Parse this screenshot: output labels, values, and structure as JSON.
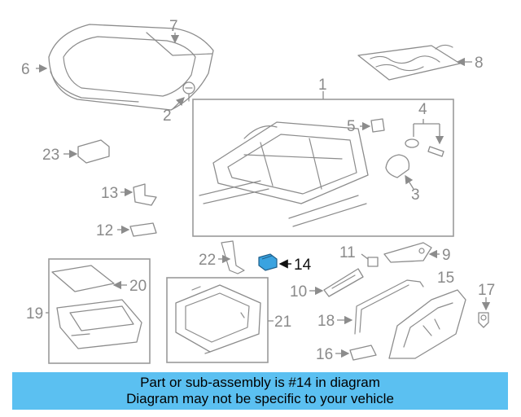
{
  "diagram": {
    "highlighted_part": "14",
    "callouts": [
      "1",
      "2",
      "3",
      "4",
      "5",
      "6",
      "7",
      "8",
      "9",
      "10",
      "11",
      "12",
      "13",
      "14",
      "15",
      "16",
      "17",
      "18",
      "19",
      "20",
      "21",
      "22",
      "23"
    ]
  },
  "banner": {
    "line1": "Part or sub-assembly is #14 in diagram",
    "line2": "Diagram may not be specific to your vehicle",
    "background_color": "#5bc0f1"
  },
  "colors": {
    "line_art": "#8c8c8c",
    "highlight_part": "#3aa3e0",
    "highlight_text": "#111111"
  }
}
